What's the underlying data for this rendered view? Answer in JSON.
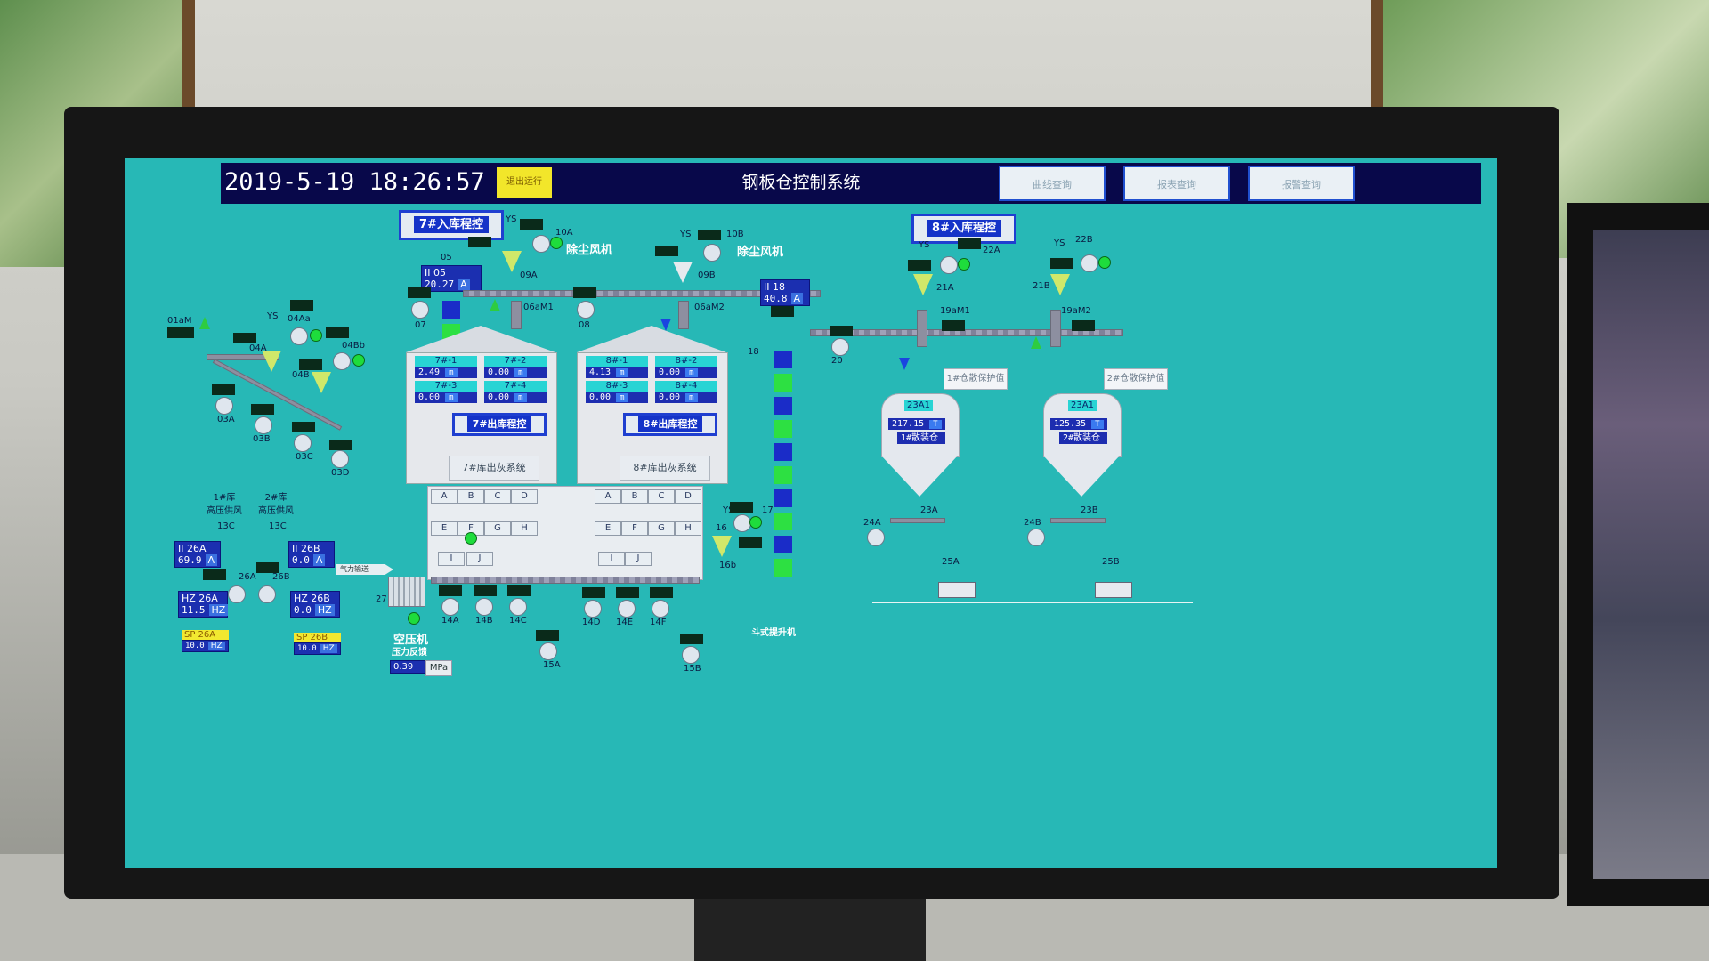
{
  "header": {
    "datetime": "2019-5-19  18:26:57",
    "exit_button": "退出运行",
    "system_title": "钢板仓控制系统",
    "query_buttons": [
      "曲线查询",
      "报表查询",
      "报警查询"
    ]
  },
  "program_buttons": {
    "in7": "7#入库程控",
    "in8": "8#入库程控",
    "out7": "7#出库程控",
    "out8": "8#出库程控"
  },
  "meters": {
    "ii05": {
      "label": "II 05",
      "value": "20.27",
      "unit": "A"
    },
    "ii18": {
      "label": "II 18",
      "value": "40.8",
      "unit": "A"
    },
    "ii26a": {
      "label": "II 26A",
      "value": "69.9",
      "unit": "A"
    },
    "ii26b": {
      "label": "II 26B",
      "value": "0.0",
      "unit": "A"
    },
    "hz26a": {
      "label": "HZ 26A",
      "value": "11.5",
      "unit": "HZ"
    },
    "hz26b": {
      "label": "HZ 26B",
      "value": "0.0",
      "unit": "HZ"
    },
    "sp26a": {
      "label": "SP 26A",
      "value": "10.0",
      "unit": "HZ"
    },
    "sp26b": {
      "label": "SP 26B",
      "value": "10.0",
      "unit": "HZ"
    },
    "pressure": {
      "label1": "空压机",
      "label2": "压力反馈",
      "value": "0.39",
      "unit": "MPa"
    }
  },
  "silo7": {
    "cells": [
      {
        "name": "7#-1",
        "value": "2.49",
        "unit": "m"
      },
      {
        "name": "7#-2",
        "value": "0.00",
        "unit": "m"
      },
      {
        "name": "7#-3",
        "value": "0.00",
        "unit": "m"
      },
      {
        "name": "7#-4",
        "value": "0.00",
        "unit": "m"
      }
    ],
    "out_system": "7#库出灰系统",
    "gates_row1": [
      "A",
      "B",
      "C",
      "D"
    ],
    "gates_row2": [
      "E",
      "F",
      "G",
      "H"
    ],
    "gates_row3": [
      "I",
      "J"
    ]
  },
  "silo8": {
    "cells": [
      {
        "name": "8#-1",
        "value": "4.13",
        "unit": "m"
      },
      {
        "name": "8#-2",
        "value": "0.00",
        "unit": "m"
      },
      {
        "name": "8#-3",
        "value": "0.00",
        "unit": "m"
      },
      {
        "name": "8#-4",
        "value": "0.00",
        "unit": "m"
      }
    ],
    "out_system": "8#库出灰系统",
    "gates_row1": [
      "A",
      "B",
      "C",
      "D"
    ],
    "gates_row2": [
      "E",
      "F",
      "G",
      "H"
    ],
    "gates_row3": [
      "I",
      "J"
    ]
  },
  "bulk1": {
    "tag": "23A1",
    "value": "217.15",
    "unit": "T",
    "name": "1#散装仓",
    "note": "1#仓散保护值"
  },
  "bulk2": {
    "tag": "23A1",
    "value": "125.35",
    "unit": "T",
    "name": "2#散装仓",
    "note": "2#仓散保护值"
  },
  "labels": {
    "dust_fan": "除尘风机",
    "air_feed1": "1#库\n高压供风",
    "air_feed2": "2#库\n高压供风",
    "pneumatic": "气力输送",
    "bucket_elevator": "斗式提升机",
    "e05": "05",
    "e18": "18",
    "e01am": "01aM",
    "c04aa": "04Aa",
    "c04a": "04A",
    "c04bb": "04Bb",
    "c04b": "04B",
    "m03a": "03A",
    "m03b": "03B",
    "m03c": "03C",
    "m03d": "03D",
    "f10a": "10A",
    "f10b": "10B",
    "c09a": "09A",
    "c09b": "09B",
    "v06am1": "06aM1",
    "v06am2": "06aM2",
    "m07": "07",
    "m08": "08",
    "f17": "17",
    "c16": "16",
    "c16b": "16b",
    "m20": "20",
    "f21a": "21A",
    "f21b": "21B",
    "f22a": "22A",
    "f22b": "22B",
    "v19am1": "19aM1",
    "v19am2": "19aM2",
    "f24a": "24A",
    "f24b": "24B",
    "v23a": "23A",
    "v23b": "23B",
    "v25a": "25A",
    "v25b": "25B",
    "b26a": "26A",
    "b26b": "26B",
    "b27": "27",
    "m14a": "14A",
    "m14b": "14B",
    "m14c": "14C",
    "m14d": "14D",
    "m14e": "14E",
    "m14f": "14F",
    "m15a": "15A",
    "m15b": "15B",
    "ys": "YS",
    "v13c": "13C"
  },
  "colors": {
    "screen_bg": "#27b8b6",
    "header_bg": "#08084a",
    "running": "#2de042",
    "stopped": "#1a2cc8"
  }
}
